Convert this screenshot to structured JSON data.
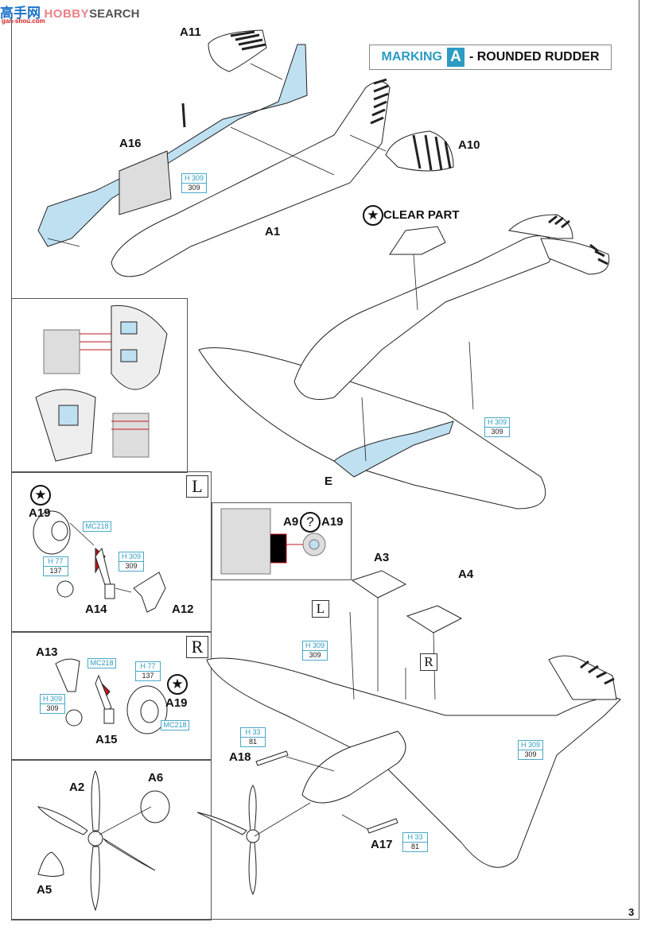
{
  "watermark": {
    "chinese": "高手网",
    "brand_a": "HOBBY",
    "brand_b": "SEARCH",
    "url": "gan-shou.com"
  },
  "page_number": "3",
  "marking_banner": {
    "prefix": "MARKING",
    "letter": "A",
    "suffix": "- ROUNDED RUDDER"
  },
  "clear_part_note": "CLEAR PART",
  "side_markers": {
    "left": "L",
    "right": "R"
  },
  "star_symbol": "★",
  "question_symbol": "?",
  "part_labels": {
    "a11": "A11",
    "a16": "A16",
    "a10": "A10",
    "a1": "A1",
    "e": "E",
    "a19_left": "A19",
    "a14": "A14",
    "a12": "A12",
    "a9": "A9",
    "a19_choice": "A19",
    "a13": "A13",
    "a15": "A15",
    "a19_right": "A19",
    "a2": "A2",
    "a6": "A6",
    "a5": "A5",
    "a3": "A3",
    "a4": "A4",
    "a18": "A18",
    "a17": "A17"
  },
  "paint_callouts": {
    "fuselage_interior": {
      "code": "H 309",
      "number": "309"
    },
    "wing_root": {
      "code": "H 309",
      "number": "309"
    },
    "left_strut_a12": {
      "code": "H 309",
      "number": "309"
    },
    "left_wheel_tire": {
      "code": "H 77",
      "number": "137"
    },
    "left_wheel_hub": {
      "code": "MC218"
    },
    "right_strut_a13": {
      "code": "H 309",
      "number": "309"
    },
    "right_strut_hinge": {
      "code": "MC218"
    },
    "right_wheel_tire": {
      "code": "H 77",
      "number": "137"
    },
    "right_wheel_hub": {
      "code": "MC218"
    },
    "gear_leg_main": {
      "code": "H 309",
      "number": "309"
    },
    "exhaust_a18": {
      "code": "H 33",
      "number": "81"
    },
    "wheel_well": {
      "code": "H 309",
      "number": "309"
    },
    "exhaust_a17": {
      "code": "H 33",
      "number": "81"
    }
  },
  "colors": {
    "accent_blue": "#2d9bc2",
    "light_blue_fill": "#bfe0f0",
    "red_highlight": "#c4161c",
    "frame_gray": "#555555"
  }
}
